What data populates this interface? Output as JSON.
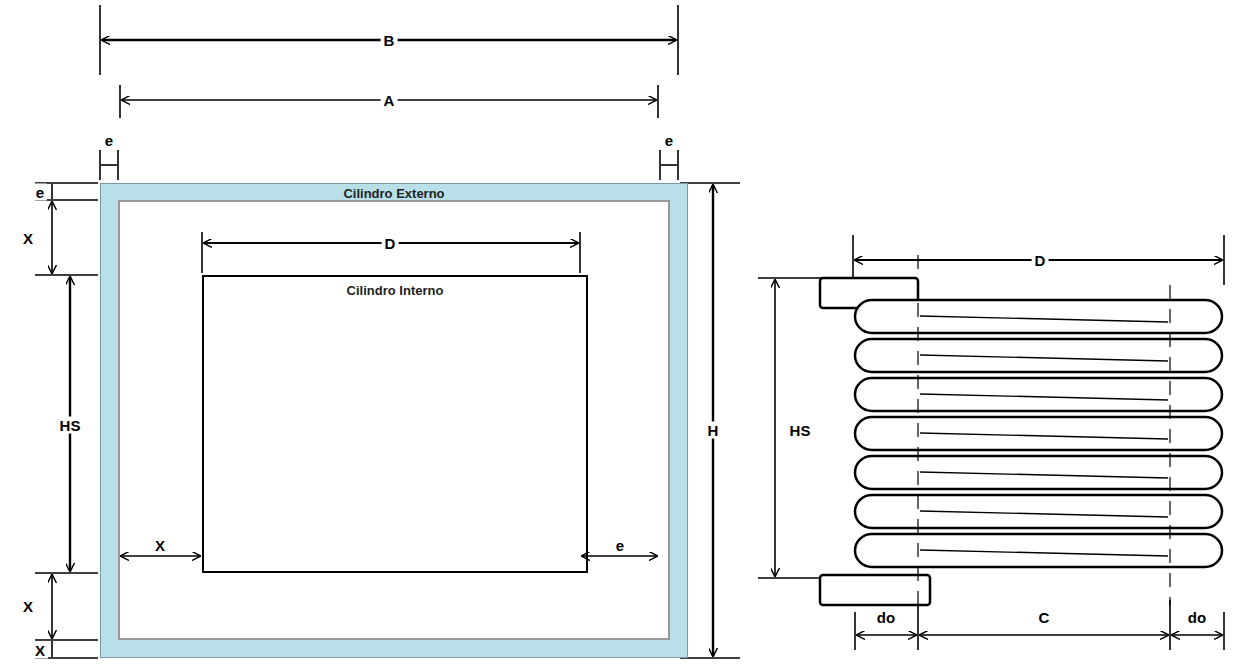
{
  "diagram": {
    "nodes": [
      {
        "text": [
          "Cilindro Externo"
        ]
      },
      {
        "text": [
          "Cilindro Interno"
        ],
        "in": 0
      }
    ],
    "labels": [
      "B",
      "A",
      "e",
      "e",
      "e",
      "X",
      "X",
      "e",
      "X",
      "X",
      "D",
      "HS",
      "H",
      "D",
      "HS",
      "do",
      "C",
      "do"
    ]
  }
}
